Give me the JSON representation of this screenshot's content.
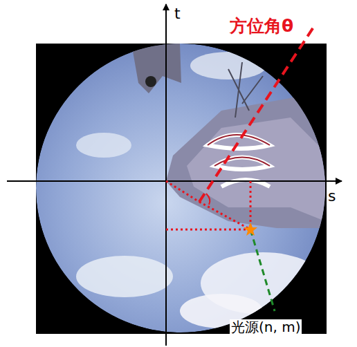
{
  "diagram": {
    "labels": [
      "t",
      "s",
      "方位角θ",
      "光源(n, m)"
    ]
  }
}
